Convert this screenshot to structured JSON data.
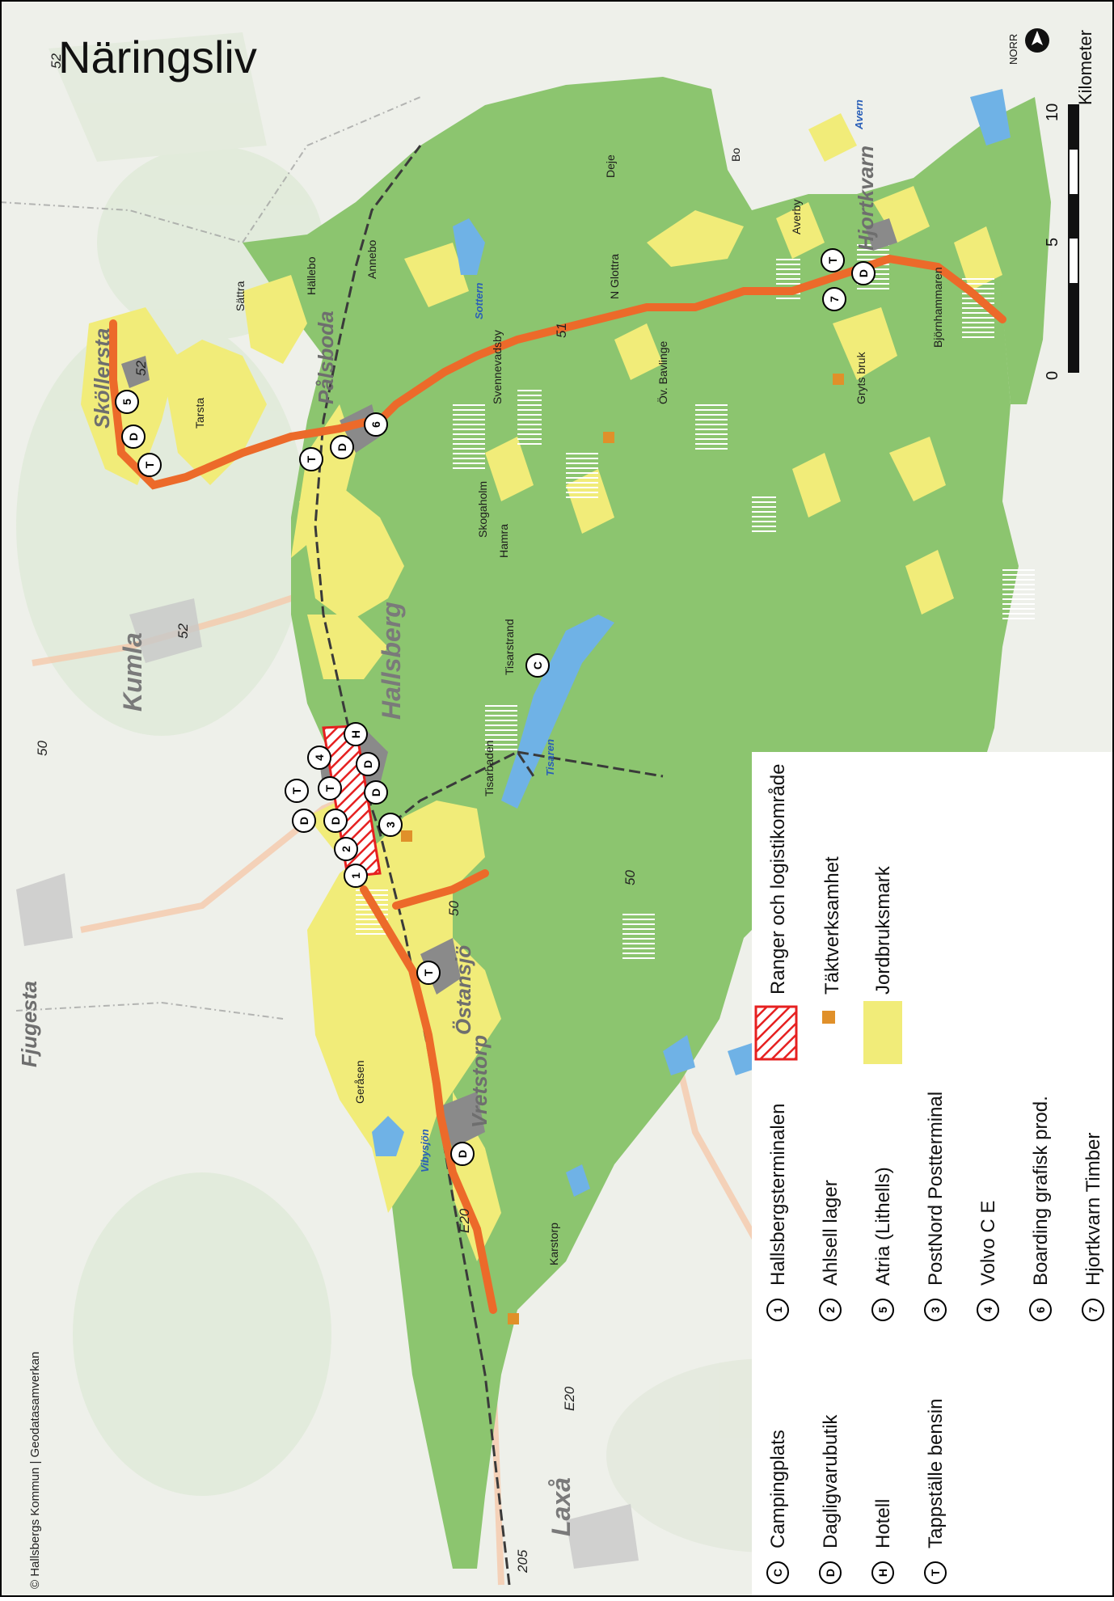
{
  "map": {
    "title": "Näringsliv",
    "copyright": "© Hallsbergs Kommun | Geodatasamverkan",
    "north_label": "NORR",
    "scale": {
      "unit": "Kilometer",
      "ticks": [
        "0",
        "5",
        "10"
      ]
    },
    "colors": {
      "background": "#eef0ea",
      "municipality": "#8cc56f",
      "farmland": "#f1ec79",
      "urban": "#8a8a8a",
      "water": "#6fb2e6",
      "road_major": "#ec6a2a",
      "ranger_hatch": "#e62020",
      "quarry": "#e0902a"
    },
    "towns": {
      "fjugesta": "Fjugesta",
      "kumla": "Kumla",
      "laxa": "Laxå",
      "hallsberg": "Hallsberg",
      "ostansjo": "Östansjö",
      "vretstorp": "Vretstorp",
      "palsboda": "Pålsboda",
      "skollersta": "Sköllersta",
      "hjortkvarn": "Hjortkvarn"
    },
    "places": {
      "geraasen": "Geråsen",
      "karstorp": "Karstorp",
      "tisarbaden": "Tisarbaden",
      "tisarstrand": "Tisarstrand",
      "hamra": "Hamra",
      "skogaholm": "Skogaholm",
      "svennevadsby": "Svennevadsby",
      "ov_bavlinge": "Öv. Bavlinge",
      "gryts_bruk": "Gryts bruk",
      "bjornhammaren": "Björnhammaren",
      "n_glottra": "N Glottra",
      "deje": "Deje",
      "bo": "Bo",
      "averby": "Averby",
      "tarsta": "Tarsta",
      "sattra": "Sättra",
      "hallebo": "Hällebo",
      "annebo": "Annebo"
    },
    "lakes": {
      "vibysjon": "Vibysjön",
      "tisaren": "Tisaren",
      "sottern": "Sottern",
      "avern": "Avern"
    },
    "roads": {
      "e20_a": "E20",
      "e20_b": "E20",
      "r50_a": "50",
      "r50_b": "50",
      "r50_c": "50",
      "r51": "51",
      "r52_a": "52",
      "r52_b": "52",
      "r52_c": "52",
      "r205": "205"
    },
    "symbols": {
      "c": "C",
      "d": "D",
      "h": "H",
      "t": "T",
      "n1": "1",
      "n2": "2",
      "n3": "3",
      "n4": "4",
      "n5": "5",
      "n6": "6",
      "n7": "7"
    }
  },
  "legend": {
    "campingplats": "Campingplats",
    "dagligvarubutik": "Dagligvarubutik",
    "hotell": "Hotell",
    "tappstalle": "Tappställe bensin",
    "hallsbergsterminalen": "Hallsbergsterminalen",
    "ahlsell": "Ahlsell lager",
    "atria": "Atria (Lithells)",
    "postnord": "PostNord Postterminal",
    "volvo": "Volvo C E",
    "boarding": "Boarding grafisk prod.",
    "hjortkvarn_timber": "Hjortkvarn Timber",
    "ranger": "Ranger och logistikområde",
    "taktverksamhet": "Täktverksamhet",
    "jordbruksmark": "Jordbruksmark"
  }
}
